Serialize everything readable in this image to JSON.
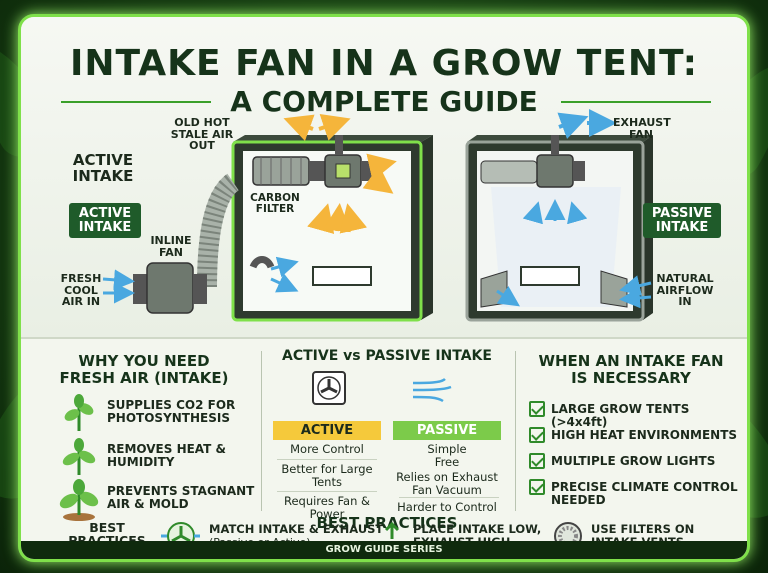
{
  "title": {
    "line1": "INTAKE FAN IN A GROW TENT:",
    "line2": "A COMPLETE GUIDE"
  },
  "diagram": {
    "old_air": "OLD HOT\nSTALE AIR\nOUT",
    "active_intake_heading": "ACTIVE\nINTAKE",
    "active_intake_badge": "ACTIVE\nINTAKE",
    "inline_fan": "INLINE\nFAN",
    "fresh_air": "FRESH\nCOOL\nAIR IN",
    "carbon_filter": "CARBON\nFILTER",
    "exhaust_fan": "EXHAUST\nFAN",
    "passive_intake_badge": "PASSIVE\nINTAKE",
    "natural_airflow": "NATURAL\nAIRFLOW\nIN"
  },
  "why": {
    "title": "WHY YOU NEED\nFRESH AIR (INTAKE)",
    "items": [
      "SUPPLIES CO2 FOR\nPHOTOSYNTHESIS",
      "REMOVES HEAT &\nHUMIDITY",
      "PREVENTS STAGNANT\nAIR & MOLD"
    ]
  },
  "compare": {
    "title": "ACTIVE vs PASSIVE INTAKE",
    "active_label": "ACTIVE",
    "passive_label": "PASSIVE",
    "active_items": [
      "More Control",
      "Better for Large\nTents",
      "Requires Fan &\nPower"
    ],
    "passive_items": [
      "Simple\nFree",
      "Relies on Exhaust\nFan Vacuum",
      "Harder to Control"
    ]
  },
  "when": {
    "title": "WHEN AN INTAKE FAN\nIS NECESSARY",
    "items": [
      "LARGE GROW TENTS (>4x4ft)",
      "HIGH HEAT ENVIRONMENTS",
      "MULTIPLE GROW LIGHTS",
      "PRECISE CLIMATE CONTROL\nNEEDED"
    ]
  },
  "best": {
    "heading": "BEST PRACTICES",
    "side_label": "BEST\nPRACTICES",
    "tips": [
      {
        "title": "MATCH INTAKE & EXHAUST",
        "sub": "(Passive or Active)"
      },
      {
        "title": "PLACE INTAKE LOW,\nEXHAUST HIGH",
        "sub": ""
      },
      {
        "title": "USE FILTERS ON\nINTAKE VENTS",
        "sub": ""
      }
    ]
  },
  "footer": "GROW GUIDE SERIES",
  "colors": {
    "dark_green": "#16331a",
    "accent_green": "#7fe04a",
    "active_yellow": "#f5c93b",
    "passive_green": "#7ccb4a",
    "airflow_blue": "#4aa8e0",
    "arrow_yellow": "#f5b53b"
  },
  "icons": [
    "fan-icon",
    "wind-icon",
    "plant-icon",
    "checkbox-icon",
    "filter-icon",
    "arrows-icon"
  ]
}
